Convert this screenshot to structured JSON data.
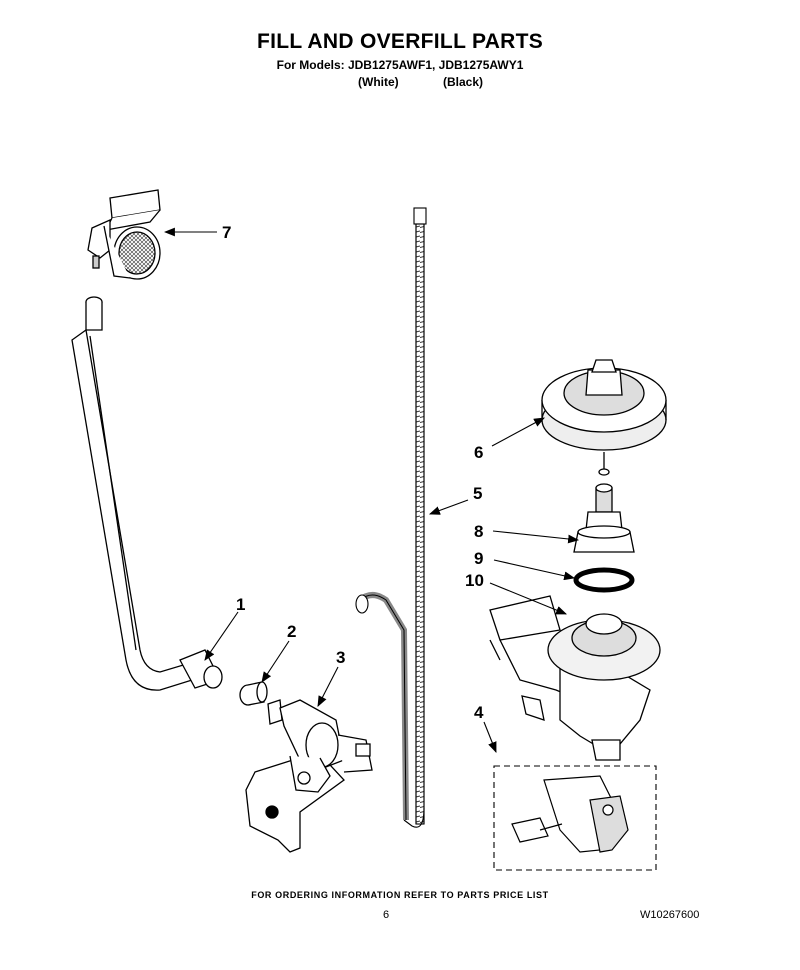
{
  "header": {
    "title": "FILL AND OVERFILL PARTS",
    "models": "For Models: JDB1275AWF1, JDB1275AWY1",
    "variant_white": "(White)",
    "variant_black": "(Black)"
  },
  "callouts": [
    {
      "id": "1",
      "label": "1"
    },
    {
      "id": "2",
      "label": "2"
    },
    {
      "id": "3",
      "label": "3"
    },
    {
      "id": "4",
      "label": "4"
    },
    {
      "id": "5",
      "label": "5"
    },
    {
      "id": "6",
      "label": "6"
    },
    {
      "id": "7",
      "label": "7"
    },
    {
      "id": "8",
      "label": "8"
    },
    {
      "id": "9",
      "label": "9"
    },
    {
      "id": "10",
      "label": "10"
    }
  ],
  "footer": {
    "ordering_note": "FOR ORDERING INFORMATION REFER TO PARTS PRICE LIST",
    "page_number": "6",
    "document_number": "W10267600"
  }
}
